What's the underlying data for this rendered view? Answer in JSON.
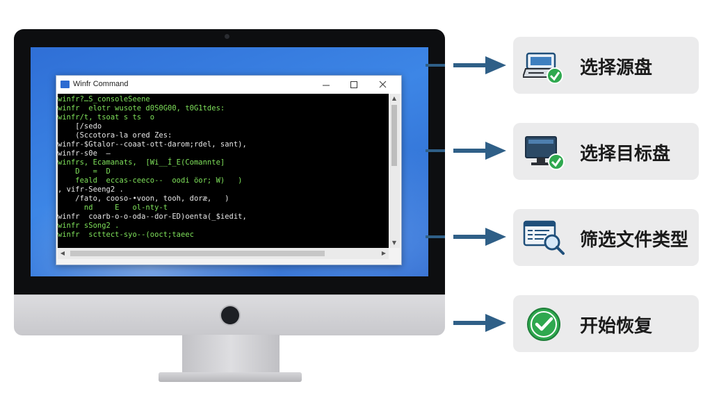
{
  "window": {
    "title": "Winfr Command"
  },
  "console": {
    "lines": [
      "winfr?…S_consoleSeene",
      "winfr  elotr wusote d0S0G00, t0G1tdes:",
      "winfr/t, tsoat s ts  o",
      "    [/sedo",
      "    (Sccotora-la ored Zes:",
      "winfr-$Gtalor--coaat-ott-darom;rdel, sant),",
      "winfr-s0e  –",
      "winfrs, Ecamanats,  [Wi__Í_E(Comannte]",
      "    D   =  D",
      "    feald  eccas-ceeco--  oodi öor; W)   )",
      ", vifr-Seeng2 .",
      "    /fato, cooso-•voon, tooh, doræ,   )",
      "      nd     E   ol-nty-t",
      "winfr  coarb-o-o-oda--dor-ED)oenta(_$iedit,",
      "winfr sSong2 .",
      "winfr  scttect-syo--(ooct;taeec"
    ]
  },
  "steps": [
    {
      "label": "选择源盘",
      "icon": "source-disk-check-icon"
    },
    {
      "label": "选择目标盘",
      "icon": "target-monitor-check-icon"
    },
    {
      "label": "筛选文件类型",
      "icon": "file-filter-search-icon"
    },
    {
      "label": "开始恢复",
      "icon": "start-check-icon"
    }
  ],
  "colors": {
    "arrow": "#2f5f87",
    "check": "#2fa84f",
    "card": "#ebebec"
  }
}
